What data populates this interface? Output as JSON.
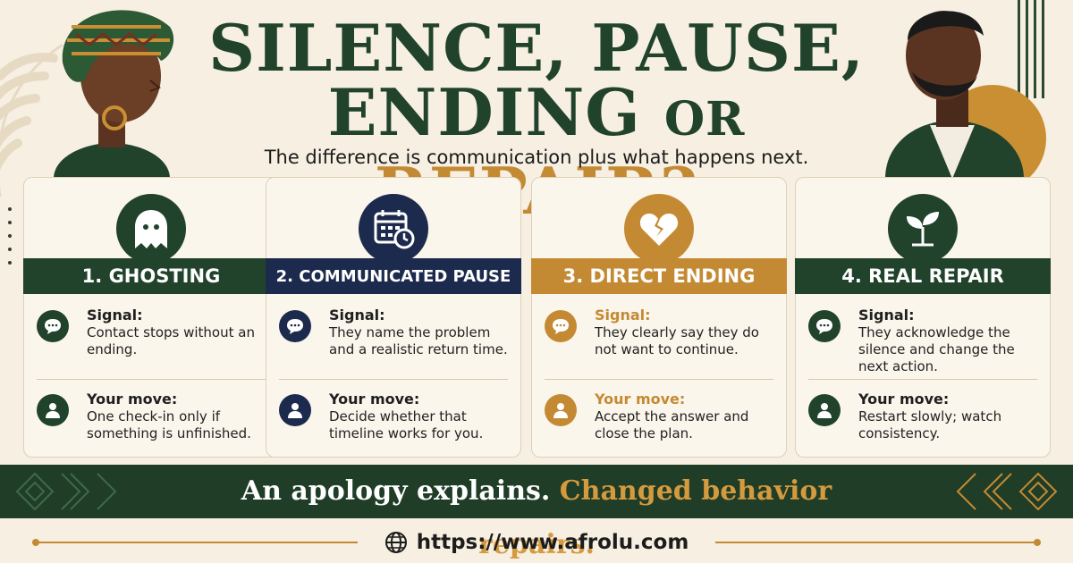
{
  "title": {
    "line1": "SILENCE, PAUSE,",
    "line2_a": "ENDING",
    "line2_or": "OR",
    "line2_b": "REPAIR?"
  },
  "subtitle": "The difference is communication plus what happens next.",
  "cards": [
    {
      "heading": "1. GHOSTING",
      "icon": "ghost-icon",
      "signal_label": "Signal:",
      "signal_text": "Contact stops without an ending.",
      "move_label": "Your move:",
      "move_text": "One check-in only if something is unfinished.",
      "accent": "#21422b"
    },
    {
      "heading": "2. COMMUNICATED PAUSE",
      "icon": "calendar-clock-icon",
      "signal_label": "Signal:",
      "signal_text": "They name the problem and a realistic return time.",
      "move_label": "Your move:",
      "move_text": "Decide whether that timeline works for you.",
      "accent": "#1c2b4d"
    },
    {
      "heading": "3. DIRECT ENDING",
      "icon": "broken-heart-icon",
      "signal_label": "Signal:",
      "signal_text": "They clearly say they do not want to continue.",
      "move_label": "Your move:",
      "move_text": "Accept the answer and close the plan.",
      "accent": "#c48a33"
    },
    {
      "heading": "4. REAL REPAIR",
      "icon": "sprout-icon",
      "signal_label": "Signal:",
      "signal_text": "They acknowledge the silence and change the next action.",
      "move_label": "Your move:",
      "move_text": "Restart slowly; watch consistency.",
      "accent": "#21422b"
    }
  ],
  "banner": {
    "part1": "An apology explains.",
    "part2": "Changed behavior repairs."
  },
  "footer": {
    "url": "https://www.afrolu.com",
    "icon": "globe-icon"
  },
  "colors": {
    "green": "#21422b",
    "navy": "#1c2b4d",
    "gold": "#c48a33",
    "background": "#f6efe2"
  }
}
